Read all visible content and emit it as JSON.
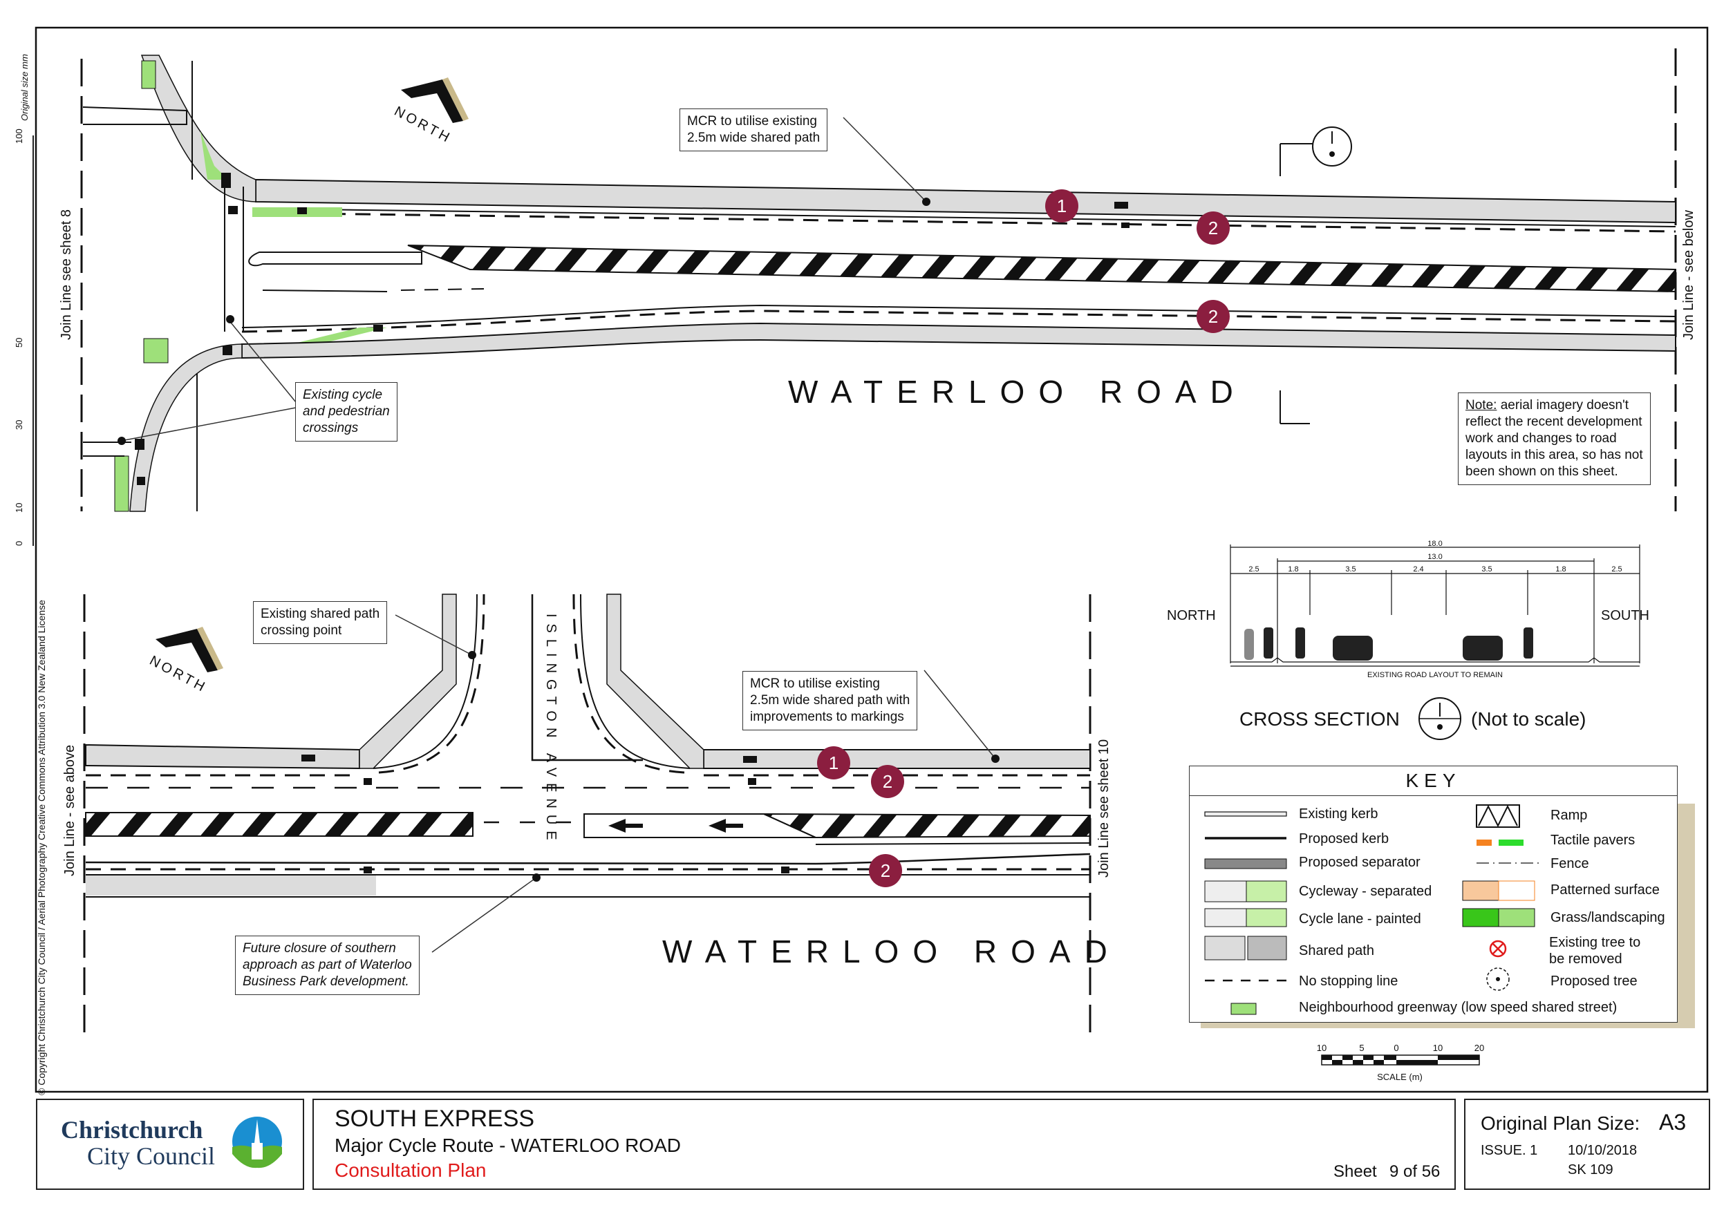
{
  "top_plan": {
    "north_label": "NORTH",
    "road_name": "WATERLOO ROAD",
    "join_left": "Join Line see sheet 8",
    "join_right": "Join Line - see below",
    "callout_mcr": [
      "MCR to utilise existing",
      "2.5m wide shared path"
    ],
    "callout_crossings": [
      "Existing cycle",
      "and pedestrian",
      "crossings"
    ],
    "note_label": "Note:",
    "note_text": [
      " aerial imagery doesn't",
      "reflect the recent development",
      "work and changes to road",
      "layouts in this area, so has not",
      "been shown on this sheet."
    ],
    "markers": [
      "1",
      "2",
      "2"
    ]
  },
  "bottom_plan": {
    "north_label": "NORTH",
    "road_name": "WATERLOO ROAD",
    "side_street": "ISLINGTON AVENUE",
    "join_left": "Join Line - see above",
    "join_right": "Join Line see sheet 10",
    "callout_crossing": [
      "Existing shared path",
      "crossing point"
    ],
    "callout_mcr": [
      "MCR to utilise existing",
      "2.5m wide shared path with",
      "improvements to markings"
    ],
    "callout_future": [
      "Future closure of southern",
      "approach as part of Waterloo",
      "Business Park development."
    ],
    "markers": [
      "1",
      "2",
      "2"
    ]
  },
  "cross_section": {
    "total_dim": "18.0",
    "inner_dim": "13.0",
    "dims": [
      "2.5",
      "1.8",
      "3.5",
      "2.4",
      "3.5",
      "1.8",
      "2.5"
    ],
    "left_label": "NORTH",
    "right_label": "SOUTH",
    "caption": "EXISTING ROAD LAYOUT TO REMAIN",
    "title": "CROSS SECTION",
    "note": "(Not to scale)"
  },
  "key": {
    "title": "KEY",
    "left_items": [
      "Existing kerb",
      "Proposed kerb",
      "Proposed separator",
      "Cycleway - separated",
      "Cycle lane - painted",
      "Shared path",
      "No stopping line"
    ],
    "right_items": [
      "Ramp",
      "Tactile pavers",
      "Fence",
      "Patterned surface",
      "Grass/landscaping",
      "Existing tree to",
      "be removed",
      "Proposed tree"
    ],
    "greenway": "Neighbourhood greenway (low speed shared street)"
  },
  "scale_bar": {
    "ticks": [
      "10",
      "5",
      "0",
      "10",
      "20"
    ],
    "label": "SCALE (m)"
  },
  "margin": {
    "ruler_caption": "Original size mm",
    "ruler_ticks": [
      "100",
      "50",
      "30",
      "10",
      "0"
    ],
    "copyright": "© Copyright Christchurch City Council    / Aerial Photography Creative Commons Attribution 3.0 New Zealand License"
  },
  "title_block": {
    "logo_line1": "Christchurch",
    "logo_line2": "City Council",
    "project": "SOUTH EXPRESS",
    "subtitle": "Major Cycle Route - WATERLOO ROAD",
    "plan_type": "Consultation Plan",
    "sheet_label": "Sheet",
    "sheet_value": "9 of 56",
    "plan_size_label": "Original Plan Size:",
    "plan_size": "A3",
    "issue": "ISSUE. 1",
    "date": "10/10/2018",
    "sk": "SK 109"
  },
  "colors": {
    "marker": "#8b1e3f",
    "green": "#9ee07a",
    "shared_path": "#dcdcdc",
    "tactile_orange": "#f58220",
    "tactile_green": "#2ddc2d",
    "consultation_red": "#e01b1b",
    "logo_blue": "#1a8fd1",
    "logo_green": "#5bb130"
  }
}
